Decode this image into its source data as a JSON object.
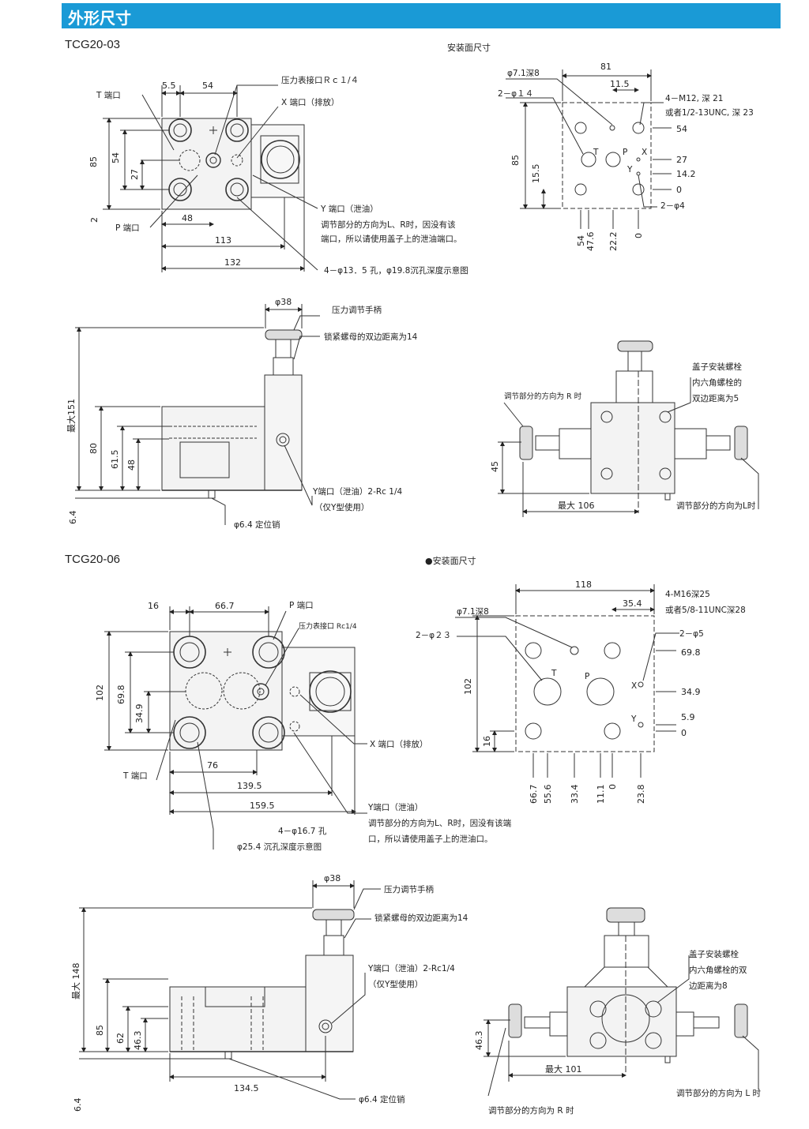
{
  "header": {
    "title": "外形尺寸",
    "color": "#1a9ad6"
  },
  "section1": {
    "model": "TCG20-03",
    "mount_title": "安装面尺寸",
    "top": {
      "dims": [
        "5.5",
        "54",
        "85",
        "54",
        "27",
        "2",
        "48",
        "113",
        "132"
      ],
      "callouts": {
        "t_port": "T 端口",
        "gauge_port": "压力表接口Ｒｃ１/４",
        "x_port": "X 端口（排放）",
        "p_port": "P 端口",
        "y_port": "Y 端口（泄油）",
        "y_note1": "调节部分的方向为L、R时，因没有该",
        "y_note2": "端口，所以请使用盖子上的泄油端口。",
        "holes": "4－φ13．5 孔，φ19.8沉孔深度示意图"
      }
    },
    "mount": {
      "dims": [
        "81",
        "11.5",
        "85",
        "15.5",
        "54",
        "27",
        "14.2",
        "0",
        "54",
        "47.6",
        "22.2",
        "0"
      ],
      "callouts": {
        "depth": "φ7.1深8",
        "two_d14": "2－φ１４",
        "thread1": "4－M12, 深 21",
        "thread2": "或者1/2-13UNC, 深 23",
        "two_d4": "2－φ4"
      },
      "ports": [
        "T",
        "P",
        "X",
        "Y"
      ]
    },
    "front": {
      "dims": [
        "φ38",
        "最大151",
        "80",
        "61.5",
        "48",
        "6.4"
      ],
      "callouts": {
        "handle": "压力调节手柄",
        "locknut": "锁紧螺母的双边距离为14",
        "y_drain": "Y端口（泄油）2-Rc 1/4",
        "y_only": "（仅Y型使用）",
        "pin": "φ6.4 定位销"
      }
    },
    "side": {
      "dims": [
        "45",
        "最大 106"
      ],
      "callouts": {
        "r_dir": "调节部分的方向为 R 时",
        "cover1": "盖子安装螺栓",
        "cover2": "内六角螺栓的",
        "cover3": "双边距离为5",
        "l_dir": "调节部分的方向为L时"
      }
    }
  },
  "section2": {
    "model": "TCG20-06",
    "mount_title": "●安装面尺寸",
    "top": {
      "dims": [
        "16",
        "66.7",
        "102",
        "69.8",
        "34.9",
        "76",
        "139.5",
        "159.5"
      ],
      "callouts": {
        "p_port": "P 端口",
        "gauge_port": "压力表接口 Rc1/4",
        "t_port": "T 端口",
        "x_port": "X 端口（排放）",
        "y_port": "Y端口（泄油）",
        "y_note1": "调节部分的方向为L、R时，因没有该端",
        "y_note2": "口，所以请使用盖子上的泄油口。",
        "holes1": "4－φ16.7 孔",
        "holes2": "φ25.4 沉孔深度示意图"
      }
    },
    "mount": {
      "dims": [
        "118",
        "35.4",
        "102",
        "16",
        "69.8",
        "34.9",
        "5.9",
        "0",
        "66.7",
        "55.6",
        "33.4",
        "11.1",
        "0",
        "23.8"
      ],
      "callouts": {
        "depth": "φ7.1深8",
        "two_d23": "2－φ２３",
        "thread1": "4-M16深25",
        "thread2": "或者5/8-11UNC深28",
        "two_d5": "2－φ5"
      },
      "ports": [
        "T",
        "P",
        "X",
        "Y"
      ]
    },
    "front": {
      "dims": [
        "φ38",
        "最大 148",
        "85",
        "62",
        "46.3",
        "6.4",
        "134.5"
      ],
      "callouts": {
        "handle": "压力调节手柄",
        "locknut": "锁紧螺母的双边距离为14",
        "y_drain": "Y端口（泄油）2-Rc1/4",
        "y_only": "（仅Y型使用）",
        "pin": "φ6.4 定位销"
      }
    },
    "side": {
      "dims": [
        "46.3",
        "最大 101"
      ],
      "callouts": {
        "cover1": "盖子安装螺栓",
        "cover2": "内六角螺栓的双",
        "cover3": "边距离为8",
        "l_dir": "调节部分的方向为 L 时",
        "r_dir": "调节部分的方向为 R 时"
      }
    }
  }
}
